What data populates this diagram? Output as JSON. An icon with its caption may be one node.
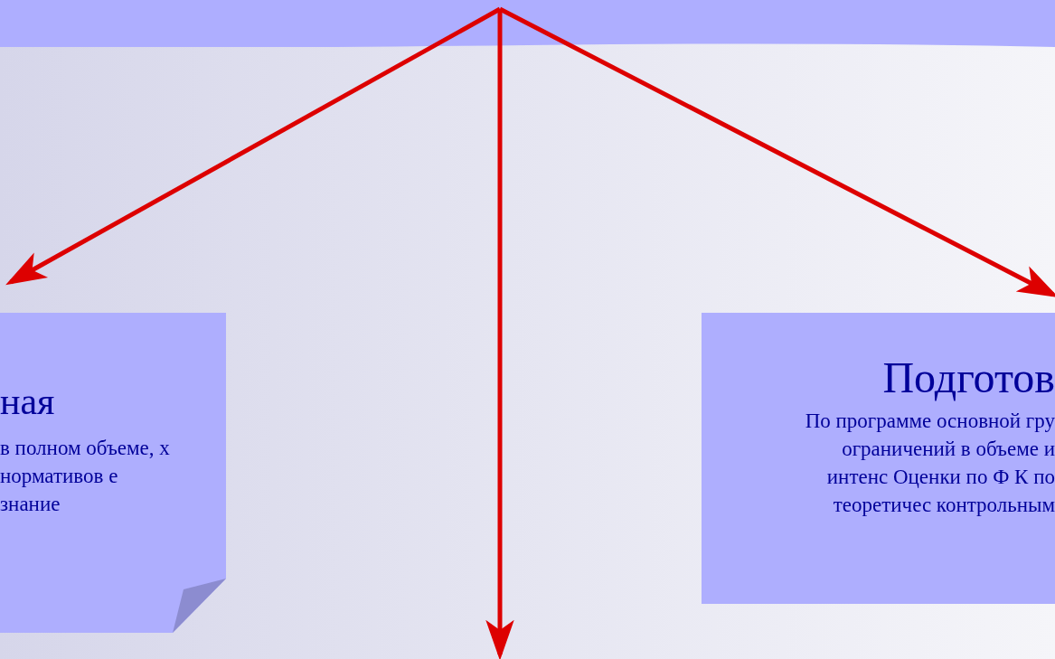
{
  "diagram": {
    "nodes": [
      {
        "text": [],
        "shape": "band"
      },
      {
        "text": [
          "ная",
          "в полном объеме, х нормативов е знание"
        ]
      },
      {
        "text": [
          "Подготов",
          "По программе основной гру ограничений в объеме и интенс Оценки по Ф К по теоретичес контрольным"
        ]
      }
    ],
    "edges": [
      {
        "from": 0,
        "to": 1,
        "arrow": "to"
      },
      {
        "from": 0,
        "to": null,
        "arrow": "to"
      },
      {
        "from": 0,
        "to": 2,
        "arrow": "to"
      }
    ]
  }
}
